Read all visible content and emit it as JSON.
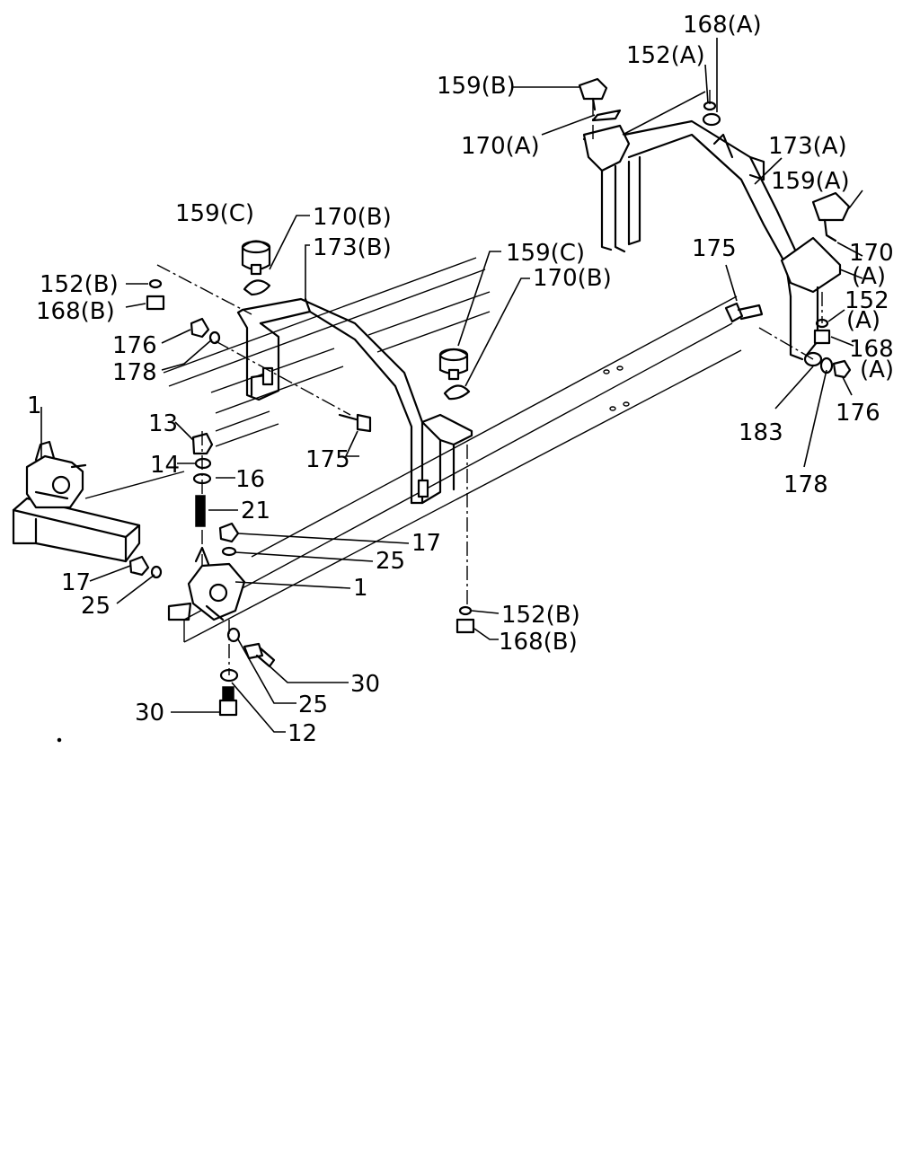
{
  "callouts": [
    {
      "id": "c-168a-top",
      "text": "168(A)"
    },
    {
      "id": "c-152a-top",
      "text": "152(A)"
    },
    {
      "id": "c-159b",
      "text": "159(B)"
    },
    {
      "id": "c-170a-top",
      "text": "170(A)"
    },
    {
      "id": "c-173a",
      "text": "173(A)"
    },
    {
      "id": "c-159a",
      "text": "159(A)"
    },
    {
      "id": "c-170-right",
      "text": "170"
    },
    {
      "id": "c-170-right-a",
      "text": "(A)"
    },
    {
      "id": "c-175-right",
      "text": "175"
    },
    {
      "id": "c-152-right",
      "text": "152"
    },
    {
      "id": "c-152-right-a",
      "text": "(A)"
    },
    {
      "id": "c-168-right",
      "text": "168"
    },
    {
      "id": "c-168-right-a",
      "text": "(A)"
    },
    {
      "id": "c-183",
      "text": "183"
    },
    {
      "id": "c-176-right",
      "text": "176"
    },
    {
      "id": "c-178-right",
      "text": "178"
    },
    {
      "id": "c-159c-left",
      "text": "159(C)"
    },
    {
      "id": "c-170b-left",
      "text": "170(B)"
    },
    {
      "id": "c-173b",
      "text": "173(B)"
    },
    {
      "id": "c-159c-mid",
      "text": "159(C)"
    },
    {
      "id": "c-170b-mid",
      "text": "170(B)"
    },
    {
      "id": "c-152b-left",
      "text": "152(B)"
    },
    {
      "id": "c-168b-left",
      "text": "168(B)"
    },
    {
      "id": "c-176-left",
      "text": "176"
    },
    {
      "id": "c-178-left",
      "text": "178"
    },
    {
      "id": "c-1-top",
      "text": "1"
    },
    {
      "id": "c-13",
      "text": "13"
    },
    {
      "id": "c-14",
      "text": "14"
    },
    {
      "id": "c-16",
      "text": "16"
    },
    {
      "id": "c-175-left",
      "text": "175"
    },
    {
      "id": "c-21",
      "text": "21"
    },
    {
      "id": "c-17-right",
      "text": "17"
    },
    {
      "id": "c-25-right",
      "text": "25"
    },
    {
      "id": "c-1-mid",
      "text": "1"
    },
    {
      "id": "c-17-left",
      "text": "17"
    },
    {
      "id": "c-25-left",
      "text": "25"
    },
    {
      "id": "c-152b-bottom",
      "text": "152(B)"
    },
    {
      "id": "c-168b-bottom",
      "text": "168(B)"
    },
    {
      "id": "c-30-right",
      "text": "30"
    },
    {
      "id": "c-25-bottom",
      "text": "25"
    },
    {
      "id": "c-30-left",
      "text": "30"
    },
    {
      "id": "c-12",
      "text": "12"
    }
  ]
}
